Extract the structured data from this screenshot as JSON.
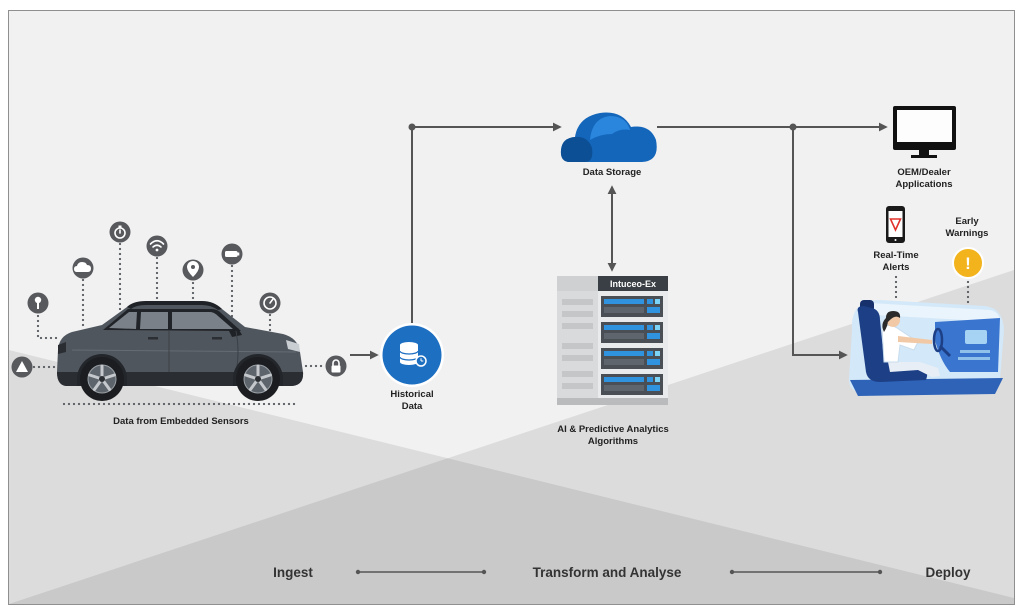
{
  "diagram": {
    "sensors": {
      "label": "Data from Embedded Sensors",
      "vehicle_icon": "car-icon",
      "icons": [
        "warning-icon",
        "key-icon",
        "cloud-icon",
        "timer-icon",
        "wifi-icon",
        "location-icon",
        "battery-icon",
        "gauge-icon",
        "lock-icon"
      ]
    },
    "historical_data": {
      "label_line1": "Historical",
      "label_line2": "Data",
      "icon": "database-icon"
    },
    "data_storage": {
      "label": "Data Storage",
      "icon": "cloud-storage-icon"
    },
    "analytics_server": {
      "title": "Intuceo-Ex",
      "label_line1": "AI & Predictive Analytics",
      "label_line2": "Algorithms",
      "icon": "server-rack-icon"
    },
    "outputs": {
      "oem": {
        "label_line1": "OEM/Dealer",
        "label_line2": "Applications",
        "icon": "monitor-icon"
      },
      "alerts": {
        "label_line1": "Real-Time",
        "label_line2": "Alerts",
        "icon": "smartphone-alert-icon"
      },
      "warnings": {
        "label_line1": "Early",
        "label_line2": "Warnings",
        "symbol": "!",
        "icon": "warning-badge-icon"
      },
      "driver_view": {
        "icon": "driver-in-car-illustration"
      }
    }
  },
  "stages": [
    "Ingest",
    "Transform and Analyse",
    "Deploy"
  ],
  "colors": {
    "primary_blue": "#1d6fc2",
    "warning_yellow": "#f2b31c",
    "alert_red": "#e0322b",
    "connector_gray": "#555555",
    "server_banner": "#3a3f45"
  }
}
